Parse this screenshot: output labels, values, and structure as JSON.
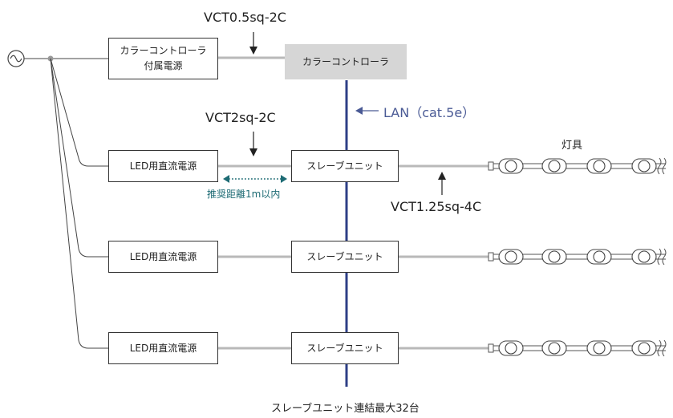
{
  "labels": {
    "cable_top": "VCT0.5sq-2C",
    "cable_psu": "VCT2sq-2C",
    "lan": "LAN（cat.5e）",
    "recommended_distance": "推奨距離1m以内",
    "cable_lamp": "VCT1.25sq-4C",
    "fixture": "灯具",
    "max_slaves": "スレーブユニット連結最大32台"
  },
  "boxes": {
    "controller_psu_line1": "カラーコントローラ",
    "controller_psu_line2": "付属電源",
    "controller": "カラーコントローラ",
    "led_psu_1": "LED用直流電源",
    "led_psu_2": "LED用直流電源",
    "led_psu_3": "LED用直流電源",
    "slave_1": "スレーブユニット",
    "slave_2": "スレーブユニット",
    "slave_3": "スレーブユニット"
  },
  "colors": {
    "cable": "#b9b9b9",
    "lan_line": "#2e3f86",
    "lan_text": "#4a5a95",
    "teal": "#1d6b74",
    "controller_fill": "#d6d6d6"
  },
  "icons": {
    "ac_source": "ac-source-icon",
    "lamp": "led-lamp-icon"
  }
}
